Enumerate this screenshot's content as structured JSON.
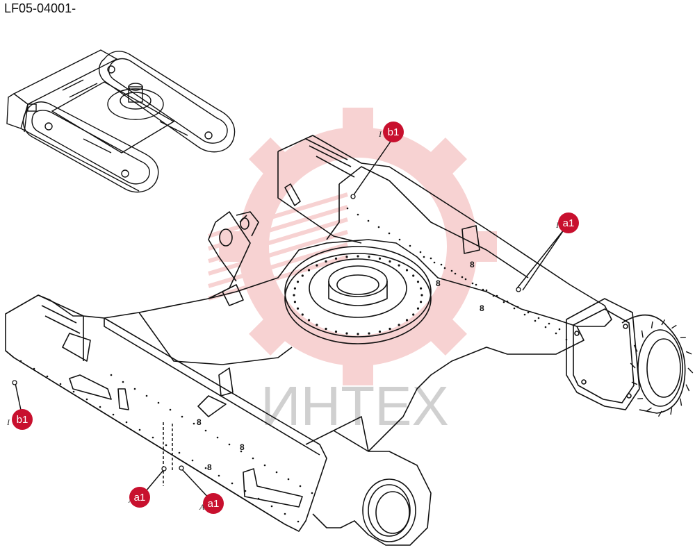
{
  "title": "LF05-04001-",
  "watermark": {
    "text": "ИНТЕХ",
    "gear_color": "#f3b5b5",
    "text_color": "#d0d0d0"
  },
  "colors": {
    "callout": "#c8102e",
    "line": "#111111"
  },
  "callouts": [
    {
      "id": "b1-top",
      "label": "b1",
      "ref_letter": "I"
    },
    {
      "id": "a1-right",
      "label": "a1",
      "ref_letter": "I"
    },
    {
      "id": "b1-left",
      "label": "b1",
      "ref_letter": "I"
    },
    {
      "id": "a1-bottom-1",
      "label": "a1",
      "ref_letter": "A"
    },
    {
      "id": "a1-bottom-2",
      "label": "a1",
      "ref_letter": "A"
    }
  ],
  "bolt_marks": [
    "8",
    "8",
    "8",
    "8",
    "8",
    "8"
  ]
}
